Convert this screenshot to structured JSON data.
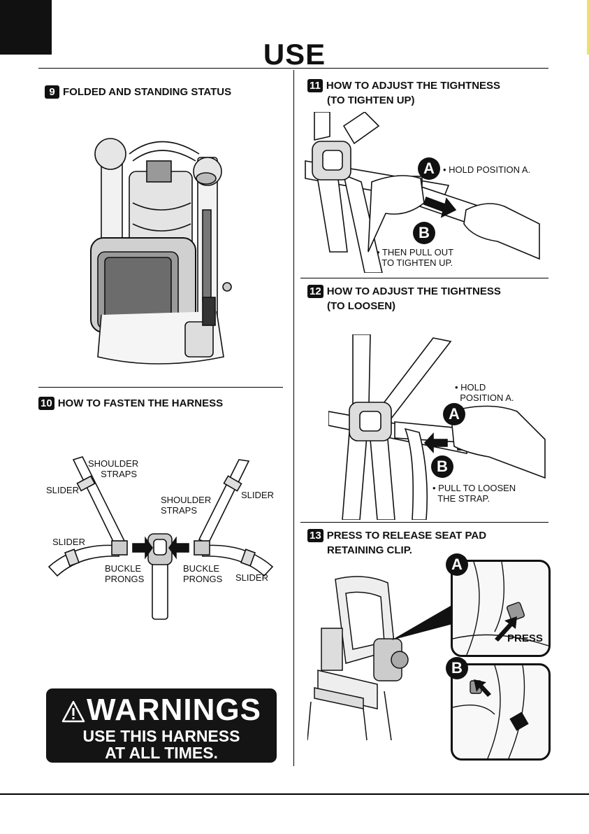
{
  "page": {
    "title": "USE"
  },
  "sections": {
    "s9": {
      "num": "9",
      "title": "FOLDED AND STANDING STATUS"
    },
    "s10": {
      "num": "10",
      "title": "HOW TO FASTEN THE HARNESS"
    },
    "s11": {
      "num": "11",
      "title_line1": "HOW TO ADJUST THE TIGHTNESS",
      "title_line2": "(TO TIGHTEN UP)"
    },
    "s12": {
      "num": "12",
      "title_line1": "HOW TO ADJUST THE TIGHTNESS",
      "title_line2": "(TO LOOSEN)"
    },
    "s13": {
      "num": "13",
      "title_line1": "PRESS TO RELEASE SEAT PAD",
      "title_line2": "RETAINING CLIP."
    }
  },
  "harness_labels": {
    "shoulder_straps_left": [
      "SHOULDER",
      "STRAPS"
    ],
    "shoulder_straps_right": [
      "SHOULDER",
      "STRAPS"
    ],
    "slider_upper_left": "SLIDER",
    "slider_upper_right": "SLIDER",
    "slider_lower_left": "SLIDER",
    "slider_lower_right": "SLIDER",
    "buckle_prongs_left": [
      "BUCKLE",
      "PRONGS"
    ],
    "buckle_prongs_right": [
      "BUCKLE",
      "PRONGS"
    ]
  },
  "tighten": {
    "badge_a": "A",
    "badge_b": "B",
    "note_a": "• HOLD POSITION A.",
    "note_b": [
      "• THEN PULL OUT",
      "TO TIGHTEN UP."
    ]
  },
  "loosen": {
    "badge_a": "A",
    "badge_b": "B",
    "note_a": [
      "• HOLD",
      "POSITION A."
    ],
    "note_b": [
      "• PULL TO LOOSEN",
      "THE STRAP."
    ]
  },
  "release": {
    "badge_a": "A",
    "badge_b": "B",
    "press_label": "PRESS"
  },
  "warning": {
    "title": "WARNINGS",
    "line1": "USE THIS HARNESS",
    "line2": "AT ALL TIMES."
  }
}
